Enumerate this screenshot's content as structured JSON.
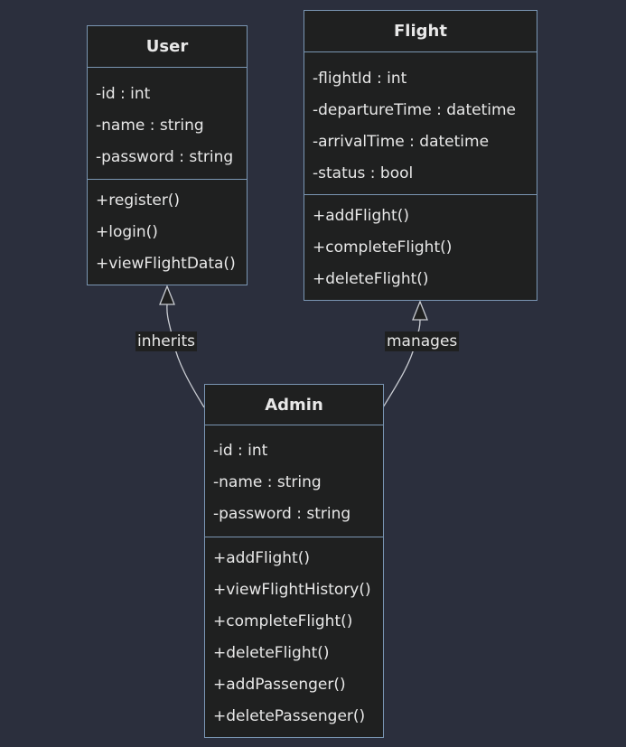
{
  "classes": {
    "user": {
      "name": "User",
      "attributes": [
        "-id : int",
        "-name : string",
        "-password : string"
      ],
      "methods": [
        "+register()",
        "+login()",
        "+viewFlightData()"
      ]
    },
    "flight": {
      "name": "Flight",
      "attributes": [
        "-flightId : int",
        "-departureTime : datetime",
        "-arrivalTime : datetime",
        "-status : bool"
      ],
      "methods": [
        "+addFlight()",
        "+completeFlight()",
        "+deleteFlight()"
      ]
    },
    "admin": {
      "name": "Admin",
      "attributes": [
        "-id : int",
        "-name : string",
        "-password : string"
      ],
      "methods": [
        "+addFlight()",
        "+viewFlightHistory()",
        "+completeFlight()",
        "+deleteFlight()",
        "+addPassenger()",
        "+deletePassenger()"
      ]
    }
  },
  "relations": {
    "inherits": {
      "label": "inherits",
      "from": "Admin",
      "to": "User",
      "type": "inheritance"
    },
    "manages": {
      "label": "manages",
      "from": "Admin",
      "to": "Flight",
      "type": "inheritance"
    }
  },
  "colors": {
    "background": "#2b2f3d",
    "box": "#1f2020",
    "border": "#7a96b3",
    "text": "#e8e8e8",
    "edge": "#c9ccd2"
  }
}
